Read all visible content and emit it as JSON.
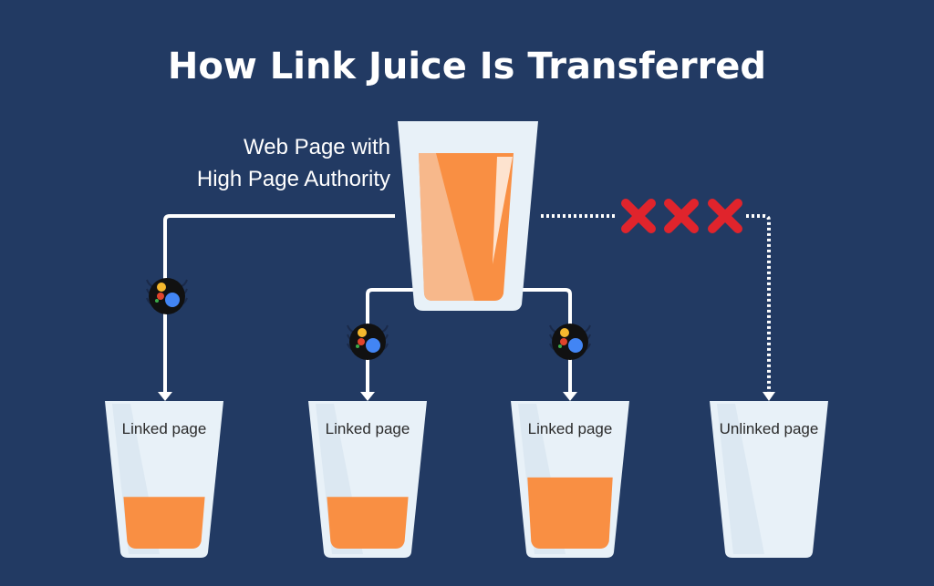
{
  "title": "How Link Juice Is Transferred",
  "source": {
    "label_line1": "Web Page with",
    "label_line2": "High Page Authority",
    "fill_level": 0.85
  },
  "targets": [
    {
      "label": "Linked page",
      "linked": true,
      "fill_level": 0.4
    },
    {
      "label": "Linked page",
      "linked": true,
      "fill_level": 0.4
    },
    {
      "label": "Linked page",
      "linked": true,
      "fill_level": 0.55
    },
    {
      "label": "Unlinked page",
      "linked": false,
      "fill_level": 0
    }
  ],
  "colors": {
    "background": "#223a63",
    "juice": "#f98f43",
    "glass": "#e8f1f8",
    "blocked": "#e0242c",
    "line": "#ffffff"
  }
}
